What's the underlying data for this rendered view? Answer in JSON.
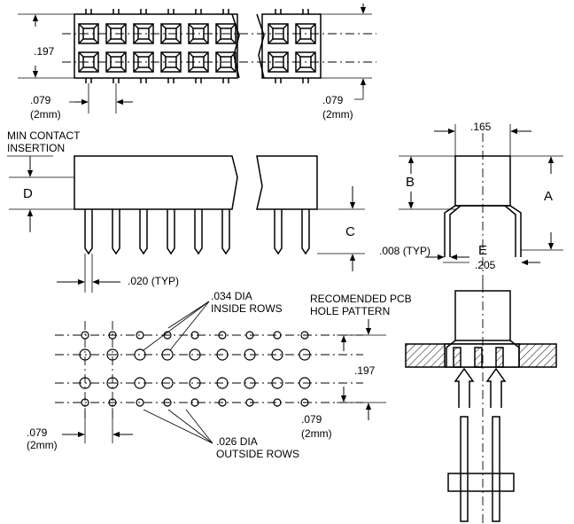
{
  "top_view": {
    "height_dim": ".197",
    "pitch_dim": ".079",
    "pitch_dim_mm": "(2mm)",
    "pitch_dim_right": ".079",
    "pitch_dim_right_mm": "(2mm)"
  },
  "side_view": {
    "min_contact_line1": "MIN CONTACT",
    "min_contact_line2": "INSERTION",
    "label_d": "D",
    "label_c": "C",
    "pin_width_dim": ".020 (TYP)"
  },
  "end_view": {
    "width_dim": ".165",
    "label_a": "A",
    "label_b": "B",
    "label_e": "E",
    "thickness_dim": ".008 (TYP)",
    "overall_dim": ".205"
  },
  "pcb_pattern": {
    "title_line1": "RECOMENDED PCB",
    "title_line2": "HOLE PATTERN",
    "inside_dia_line1": ".034 DIA",
    "inside_dia_line2": "INSIDE ROWS",
    "outside_dia_line1": ".026 DIA",
    "outside_dia_line2": "OUTSIDE ROWS",
    "row_spacing_dim": ".197",
    "pitch_left": ".079",
    "pitch_left_mm": "(2mm)",
    "pitch_right": ".079",
    "pitch_right_mm": "(2mm)"
  }
}
